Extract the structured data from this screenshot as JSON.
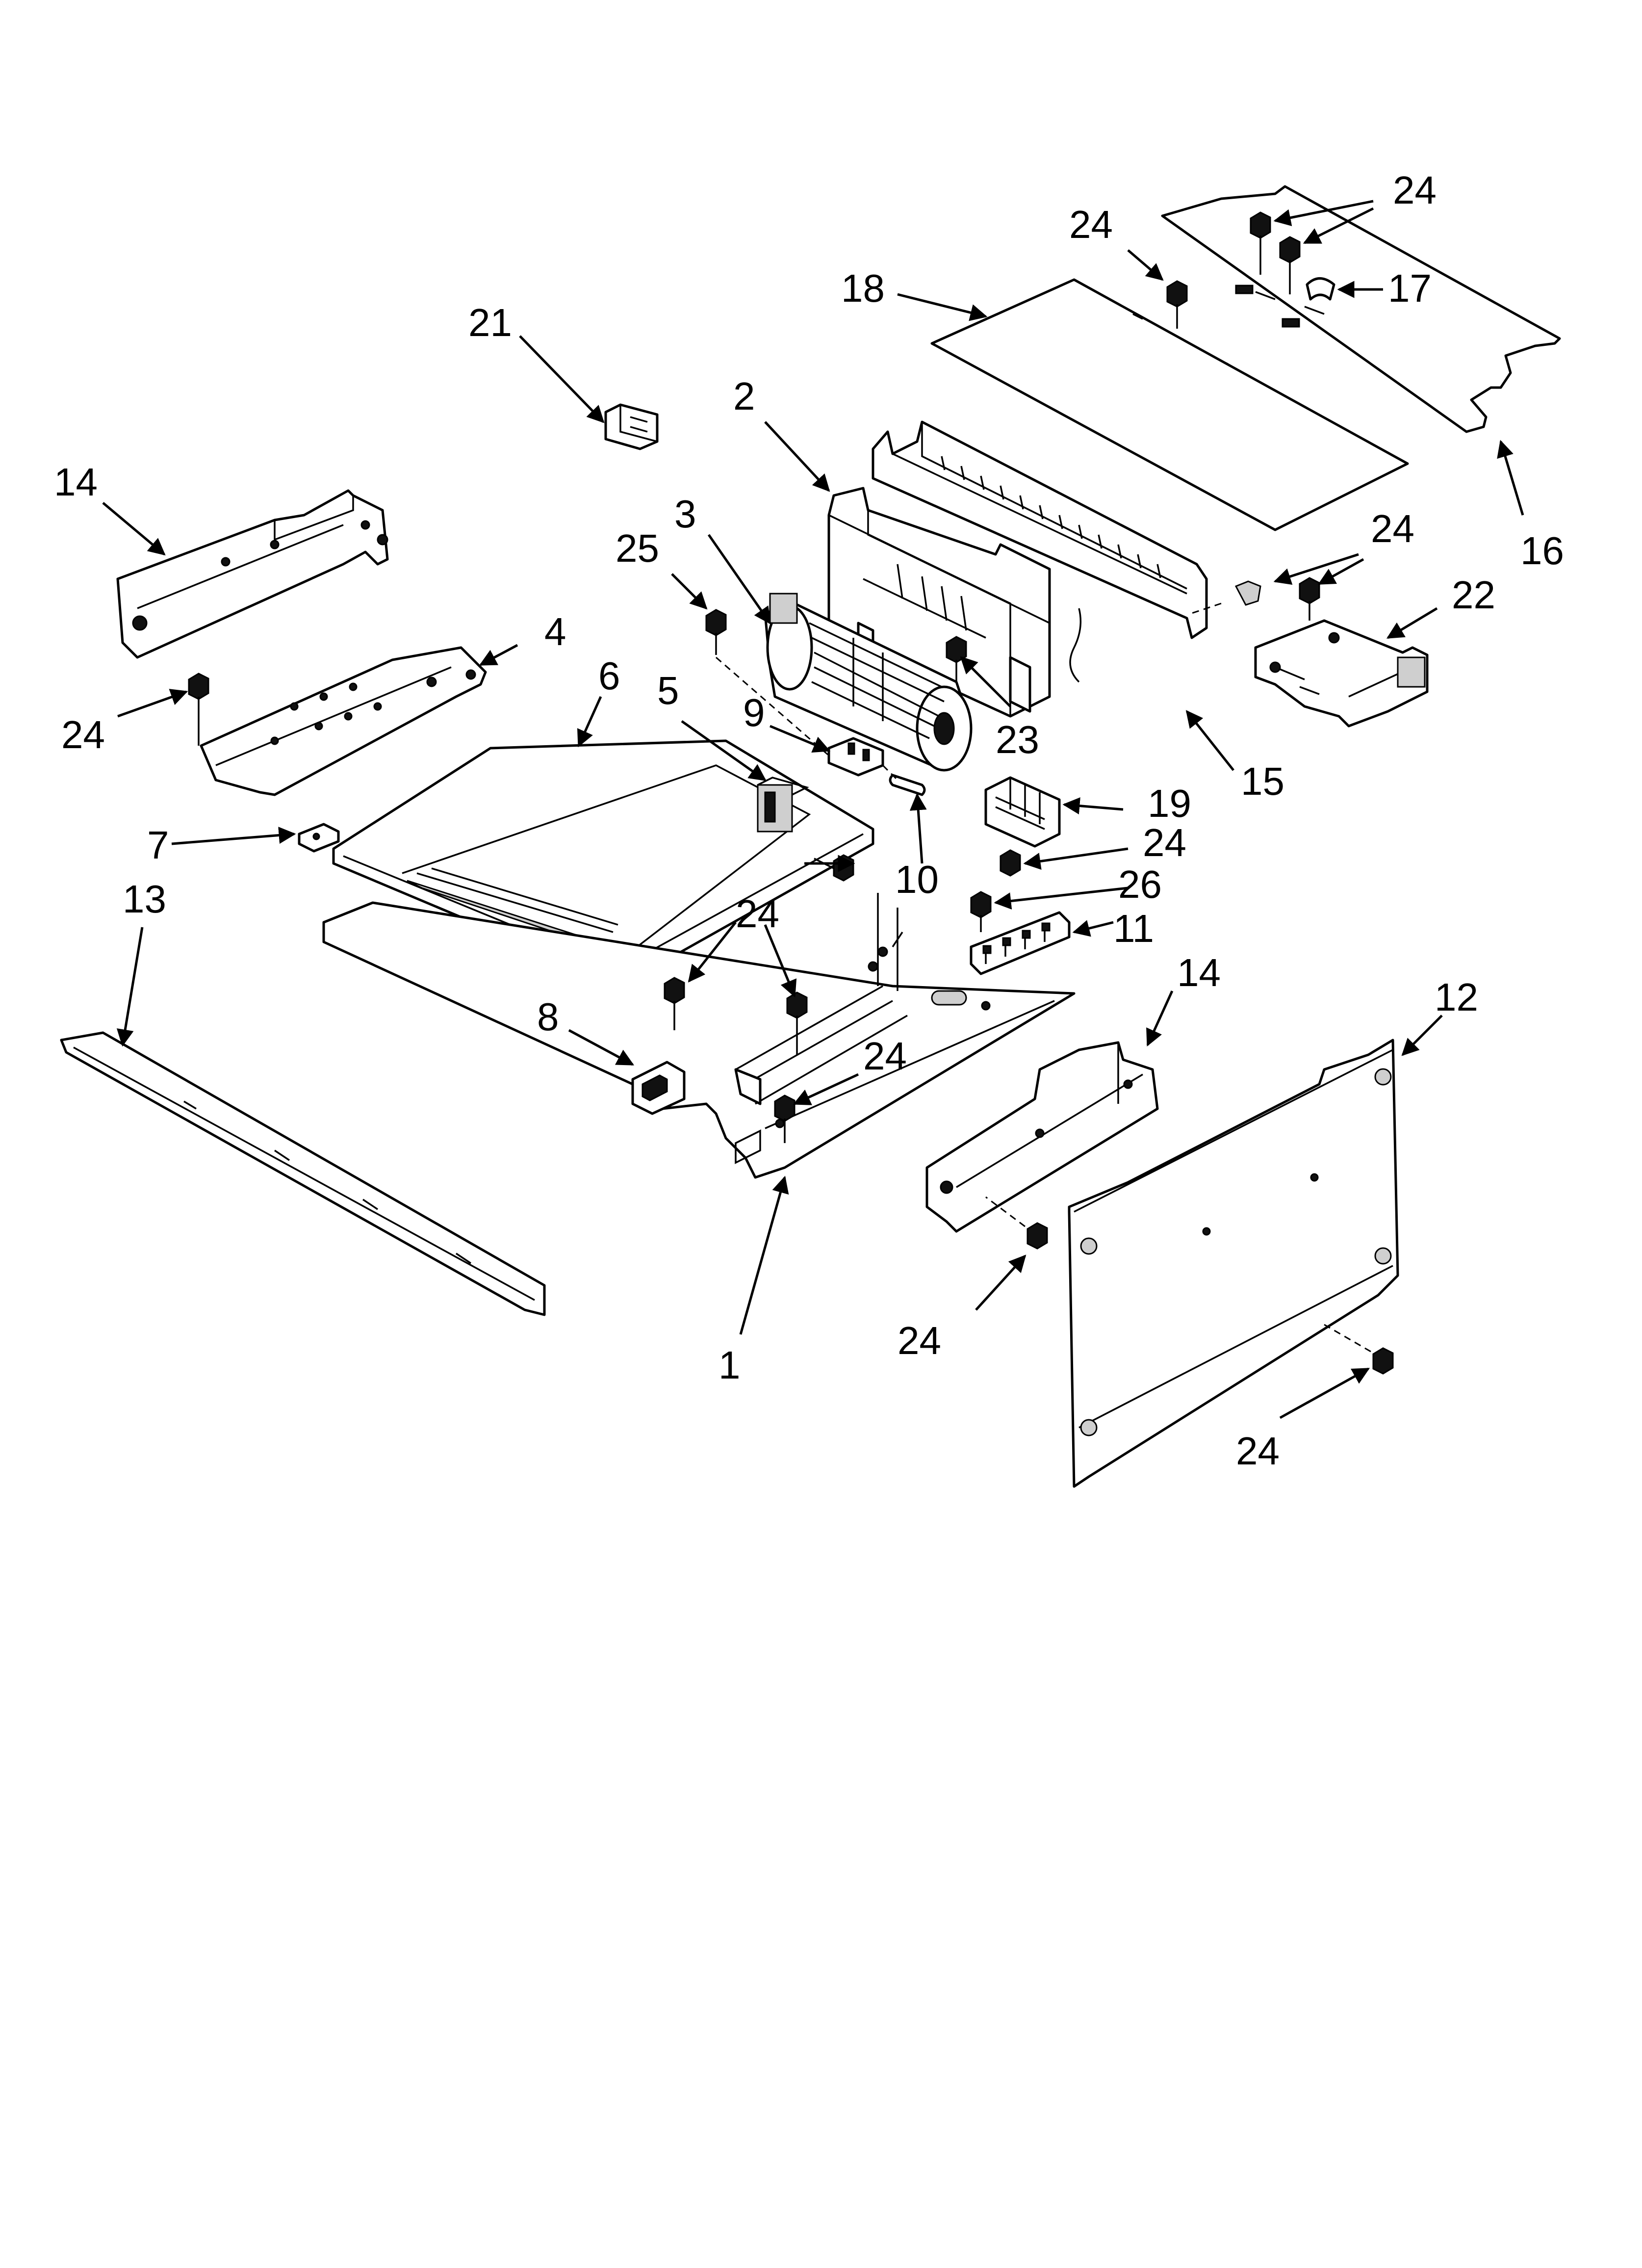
{
  "diagram": {
    "type": "exploded-parts-view",
    "callouts": [
      {
        "id": "c-24-top-right",
        "label": "24"
      },
      {
        "id": "c-24-top-left",
        "label": "24"
      },
      {
        "id": "c-18",
        "label": "18"
      },
      {
        "id": "c-17",
        "label": "17"
      },
      {
        "id": "c-21",
        "label": "21"
      },
      {
        "id": "c-2",
        "label": "2"
      },
      {
        "id": "c-14-left",
        "label": "14"
      },
      {
        "id": "c-16",
        "label": "16"
      },
      {
        "id": "c-3",
        "label": "3"
      },
      {
        "id": "c-25",
        "label": "25"
      },
      {
        "id": "c-24-right-screw",
        "label": "24"
      },
      {
        "id": "c-22",
        "label": "22"
      },
      {
        "id": "c-4",
        "label": "4"
      },
      {
        "id": "c-6",
        "label": "6"
      },
      {
        "id": "c-24-left-screw",
        "label": "24"
      },
      {
        "id": "c-5",
        "label": "5"
      },
      {
        "id": "c-9",
        "label": "9"
      },
      {
        "id": "c-23",
        "label": "23"
      },
      {
        "id": "c-15",
        "label": "15"
      },
      {
        "id": "c-19",
        "label": "19"
      },
      {
        "id": "c-7",
        "label": "7"
      },
      {
        "id": "c-24-below-19",
        "label": "24"
      },
      {
        "id": "c-13",
        "label": "13"
      },
      {
        "id": "c-10",
        "label": "10"
      },
      {
        "id": "c-26",
        "label": "26"
      },
      {
        "id": "c-24-center",
        "label": "24"
      },
      {
        "id": "c-11",
        "label": "11"
      },
      {
        "id": "c-14-right",
        "label": "14"
      },
      {
        "id": "c-12",
        "label": "12"
      },
      {
        "id": "c-8",
        "label": "8"
      },
      {
        "id": "c-24-lower-center",
        "label": "24"
      },
      {
        "id": "c-1",
        "label": "1"
      },
      {
        "id": "c-24-bottom-mid",
        "label": "24"
      },
      {
        "id": "c-24-bottom-right",
        "label": "24"
      }
    ]
  }
}
